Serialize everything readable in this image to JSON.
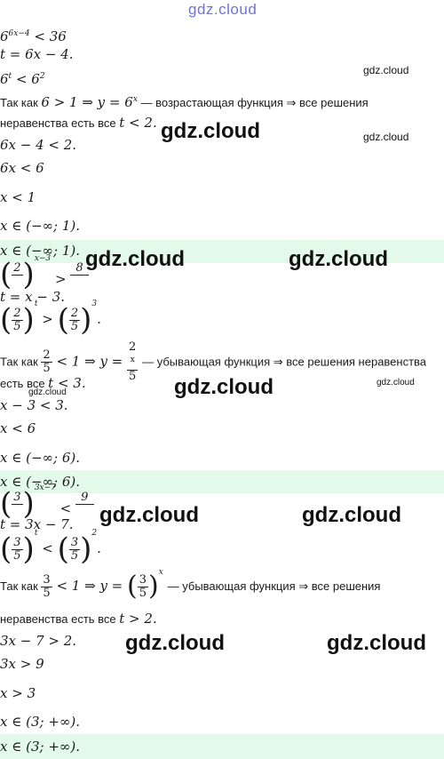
{
  "watermark": {
    "top": "gdz.cloud",
    "text": "gdz.cloud"
  },
  "b1": {
    "l1": "6",
    "l1_exp": "6x−4",
    "l1_rest": " < 36",
    "l2": "t = 6x − 4.",
    "l3": "6",
    "l3_e1": "t",
    "l3_mid": " < 6",
    "l3_e2": "2",
    "l4_a": "Так как ",
    "l4_b": "6 > 1 ⇒ y = 6",
    "l4_e": "x",
    "l4_c": " — возрастающая функция ⇒ все решения",
    "l5_a": "неравенства есть все ",
    "l5_b": "t < 2.",
    "l6": "6x − 4 < 2.",
    "l7": "6x < 6",
    "l8": "x < 1",
    "l9": "x ∈ (−∞;  1).",
    "l10": "x ∈ (−∞;  1)."
  },
  "b2": {
    "num": "2",
    "exp": "x−3",
    "rel": ">",
    "rhs": "8",
    "l2": "t = x − 3.",
    "f_num": "2",
    "f_den": "5",
    "e1": "t",
    "rel2": ">",
    "e2": "3",
    "dot": ".",
    "l4_a": "Так как ",
    "l4_rel": "< 1 ⇒ y = ",
    "l4_e": "x",
    "l4_c": " — убывающая функция ⇒ все решения неравенства",
    "l5_a": "есть все ",
    "l5_b": "t < 3.",
    "l6": "x − 3 < 3.",
    "l7": "x < 6",
    "l8": "x ∈ (−∞;  6).",
    "l9": "x ∈ (−∞;  6)."
  },
  "b3": {
    "num": "3",
    "exp": "3x−7",
    "rel": "<",
    "rhs": "9",
    "l2": "t = 3x − 7.",
    "f_num": "3",
    "f_den": "5",
    "e1": "t",
    "rel2": "<",
    "e2": "2",
    "dot": ".",
    "l4_a": "Так как ",
    "l4_rel": "< 1 ⇒ y = ",
    "l4_e": "x",
    "l4_c": " — убывающая функция ⇒ все решения",
    "l5_a": "неравенства есть все ",
    "l5_b": "t > 2.",
    "l6": "3x − 7 > 2.",
    "l7": "3x > 9",
    "l8": "x > 3",
    "l9": "x ∈ (3;  +∞).",
    "l10": "x ∈ (3;  +∞)."
  }
}
